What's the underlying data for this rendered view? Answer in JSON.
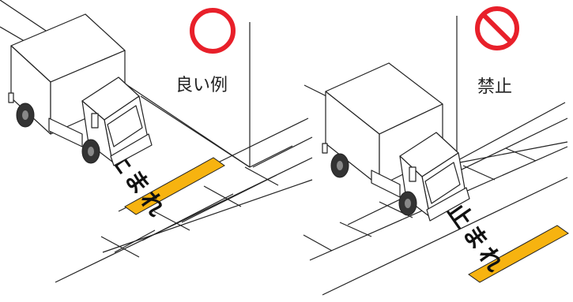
{
  "panels": [
    {
      "caption": "良い例",
      "verdict_icon": "circle-ok-icon",
      "road_marking": [
        "止",
        "ま",
        "れ"
      ]
    },
    {
      "caption": "禁止",
      "verdict_icon": "prohibited-icon",
      "road_marking": [
        "止",
        "ま",
        "れ"
      ]
    }
  ],
  "colors": {
    "ok_mark": "#e8202a",
    "prohibited_mark": "#e8202a",
    "stop_line": "#f7b310",
    "line": "#222222"
  }
}
